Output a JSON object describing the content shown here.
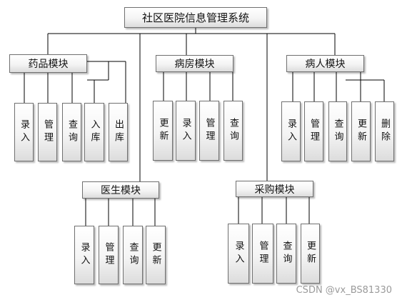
{
  "root": {
    "label": "社区医院信息管理系统"
  },
  "modules": [
    {
      "label": "药品模块",
      "children": [
        "录入",
        "管理",
        "查询",
        "入库",
        "出库"
      ]
    },
    {
      "label": "病房模块",
      "children": [
        "更新",
        "录入",
        "管理",
        "查询"
      ]
    },
    {
      "label": "病人模块",
      "children": [
        "录入",
        "管理",
        "查询",
        "更新",
        "删除"
      ]
    },
    {
      "label": "医生模块",
      "children": [
        "录入",
        "管理",
        "查询",
        "更新"
      ]
    },
    {
      "label": "采购模块",
      "children": [
        "录入",
        "管理",
        "查询",
        "更新"
      ]
    }
  ],
  "watermark": "CSDN @vx_BS81330",
  "colors": {
    "line": "#000000",
    "border": "#707070",
    "box_top": "#ffffff",
    "box_bottom": "#dcdcdc"
  }
}
